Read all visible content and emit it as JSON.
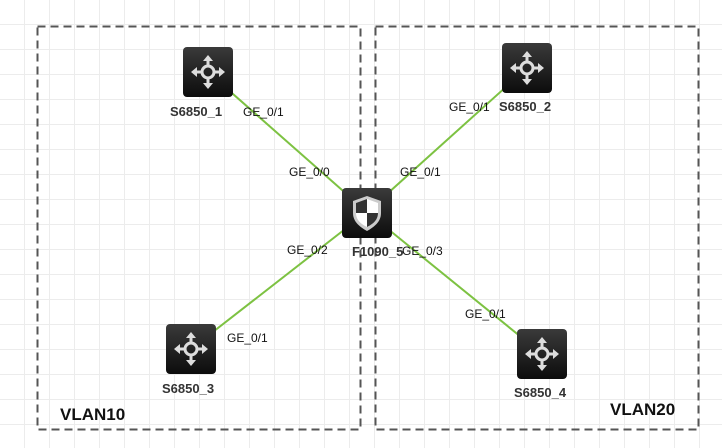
{
  "zones": [
    {
      "name": "VLAN10"
    },
    {
      "name": "VLAN20"
    }
  ],
  "devices": [
    {
      "id": "S6850_1",
      "type": "switch"
    },
    {
      "id": "S6850_2",
      "type": "switch"
    },
    {
      "id": "F1090_5",
      "type": "firewall"
    },
    {
      "id": "S6850_3",
      "type": "switch"
    },
    {
      "id": "S6850_4",
      "type": "switch"
    }
  ],
  "links": [
    {
      "from": "S6850_1",
      "from_port": "GE_0/1",
      "to": "F1090_5",
      "to_port": "GE_0/0"
    },
    {
      "from": "S6850_2",
      "from_port": "GE_0/1",
      "to": "F1090_5",
      "to_port": "GE_0/1"
    },
    {
      "from": "S6850_3",
      "from_port": "GE_0/1",
      "to": "F1090_5",
      "to_port": "GE_0/2"
    },
    {
      "from": "S6850_4",
      "from_port": "GE_0/1",
      "to": "F1090_5",
      "to_port": "GE_0/3"
    }
  ],
  "colors": {
    "link": "#7dc242",
    "zone_border": "#555555"
  }
}
